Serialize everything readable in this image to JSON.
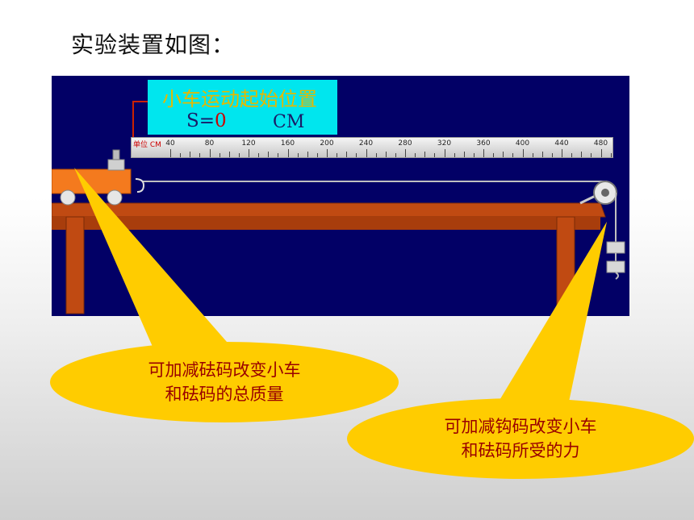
{
  "slide": {
    "title": "实验装置如图："
  },
  "apparatus": {
    "info_title": "小车运动起始位置",
    "position_label": "S=",
    "position_value": "0",
    "position_unit": "CM",
    "ruler_unit": "单位 CM",
    "ruler_ticks": [
      "40",
      "80",
      "120",
      "160",
      "200",
      "240",
      "280",
      "320",
      "360",
      "400",
      "440",
      "480"
    ]
  },
  "callouts": {
    "left_line1": "可加减砝码改变小车",
    "left_line2": "和砝码的总质量",
    "right_line1": "可加减钩码改变小车",
    "right_line2": "和砝码所受的力"
  },
  "colors": {
    "panel_bg": "#020066",
    "info_bg": "#00e6ee",
    "cart": "#f47a1e",
    "table": "#c04a12",
    "callout_fill": "#ffcc00",
    "callout_text": "#990000"
  }
}
